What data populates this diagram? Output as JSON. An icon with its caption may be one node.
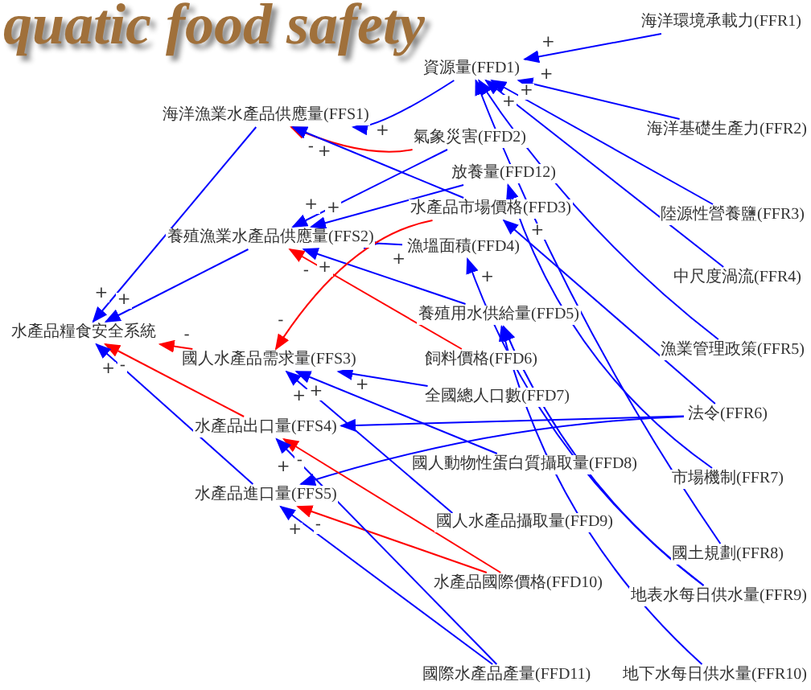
{
  "diagram": {
    "title": "quatic food safety",
    "nodes": [
      {
        "text": [
          "水產品糧食安全系統"
        ]
      },
      {
        "text": [
          "資源量(FFD1)"
        ]
      },
      {
        "text": [
          "海洋漁業水產品供應量(FFS1)"
        ]
      },
      {
        "text": [
          "氣象災害(FFD2)"
        ]
      },
      {
        "text": [
          "放養量(FFD12)"
        ]
      },
      {
        "text": [
          "水產品市場價格(FFD3)"
        ]
      },
      {
        "text": [
          "養殖漁業水產品供應量(FFS2)"
        ]
      },
      {
        "text": [
          "漁塭面積(FFD4)"
        ]
      },
      {
        "text": [
          "養殖用水供給量(FFD5)"
        ]
      },
      {
        "text": [
          "飼料價格(FFD6)"
        ]
      },
      {
        "text": [
          "國人水產品需求量(FFS3)"
        ]
      },
      {
        "text": [
          "全國總人口數(FFD7)"
        ]
      },
      {
        "text": [
          "水產品出口量(FFS4)"
        ]
      },
      {
        "text": [
          "國人動物性蛋白質攝取量(FFD8)"
        ]
      },
      {
        "text": [
          "水產品進口量(FFS5)"
        ]
      },
      {
        "text": [
          "國人水產品攝取量(FFD9)"
        ]
      },
      {
        "text": [
          "水產品國際價格(FFD10)"
        ]
      },
      {
        "text": [
          "國際水產品產量(FFD11)"
        ]
      },
      {
        "text": [
          "海洋環境承載力(FFR1)"
        ]
      },
      {
        "text": [
          "海洋基礎生產力(FFR2)"
        ]
      },
      {
        "text": [
          "陸源性營養鹽(FFR3)"
        ]
      },
      {
        "text": [
          "中尺度渦流(FFR4)"
        ]
      },
      {
        "text": [
          "漁業管理政策(FFR5)"
        ]
      },
      {
        "text": [
          "法令(FFR6)"
        ]
      },
      {
        "text": [
          "市場機制(FFR7)"
        ]
      },
      {
        "text": [
          "國土規劃(FFR8)"
        ]
      },
      {
        "text": [
          "地表水每日供水量(FFR9)"
        ]
      },
      {
        "text": [
          "地下水每日供水量(FFR10)"
        ]
      }
    ],
    "edges": [
      {
        "from": 18,
        "to": 1,
        "arrow": "to",
        "label": "+"
      },
      {
        "from": 1,
        "to": 2,
        "arrow": "to",
        "label": "+"
      },
      {
        "from": 3,
        "to": 2,
        "arrow": "to",
        "label": "-",
        "color": "#ff0000"
      },
      {
        "from": 5,
        "to": 2,
        "arrow": "to",
        "label": "+"
      },
      {
        "from": 2,
        "to": 0,
        "arrow": "to",
        "label": "+"
      },
      {
        "from": 3,
        "to": 6,
        "arrow": "to",
        "label": "+"
      },
      {
        "from": 4,
        "to": 6,
        "arrow": "to",
        "label": "+"
      },
      {
        "from": 7,
        "to": 6,
        "arrow": "to",
        "label": "+"
      },
      {
        "from": 8,
        "to": 6,
        "arrow": "to",
        "label": "+"
      },
      {
        "from": 9,
        "to": 6,
        "arrow": "to",
        "label": "-",
        "color": "#ff0000"
      },
      {
        "from": 6,
        "to": 0,
        "arrow": "to",
        "label": "+"
      },
      {
        "from": 5,
        "to": 10,
        "arrow": "to",
        "label": "-",
        "color": "#ff0000"
      },
      {
        "from": 10,
        "to": 0,
        "arrow": "to",
        "label": "-",
        "color": "#ff0000"
      },
      {
        "from": 11,
        "to": 10,
        "arrow": "to",
        "label": "+"
      },
      {
        "from": 13,
        "to": 10,
        "arrow": "to",
        "label": "+"
      },
      {
        "from": 15,
        "to": 10,
        "arrow": "to",
        "label": "+"
      },
      {
        "from": 12,
        "to": 0,
        "arrow": "to",
        "label": "-",
        "color": "#ff0000"
      },
      {
        "from": 23,
        "to": 12,
        "arrow": "to"
      },
      {
        "from": 14,
        "to": 0,
        "arrow": "to",
        "label": "+"
      },
      {
        "from": 23,
        "to": 14,
        "arrow": "to"
      },
      {
        "from": 16,
        "to": 12,
        "arrow": "to",
        "label": "-",
        "color": "#ff0000"
      },
      {
        "from": 16,
        "to": 14,
        "arrow": "to",
        "label": "-",
        "color": "#ff0000"
      },
      {
        "from": 17,
        "to": 12,
        "arrow": "to",
        "label": "+"
      },
      {
        "from": 17,
        "to": 14,
        "arrow": "to",
        "label": "+"
      },
      {
        "from": 19,
        "to": 1,
        "arrow": "to",
        "label": "+"
      },
      {
        "from": 20,
        "to": 1,
        "arrow": "to",
        "label": "+"
      },
      {
        "from": 21,
        "to": 1,
        "arrow": "to",
        "label": "+"
      },
      {
        "from": 22,
        "to": 1,
        "arrow": "to"
      },
      {
        "from": 25,
        "to": 1,
        "arrow": "to"
      },
      {
        "from": 24,
        "to": 4,
        "arrow": "to",
        "label": "+"
      },
      {
        "from": 23,
        "to": 5,
        "arrow": "to"
      },
      {
        "from": 26,
        "to": 7,
        "arrow": "to",
        "label": "+"
      },
      {
        "from": 26,
        "to": 8,
        "arrow": "to"
      },
      {
        "from": 27,
        "to": 8,
        "arrow": "to"
      }
    ]
  }
}
